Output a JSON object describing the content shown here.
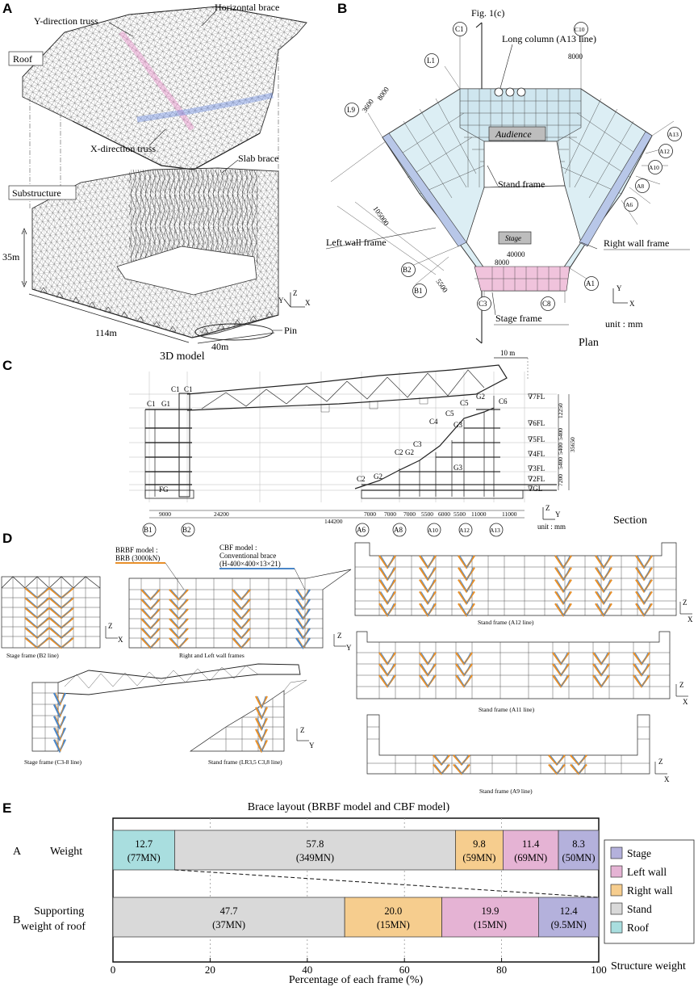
{
  "panels": {
    "A": "A",
    "B": "B",
    "C": "C",
    "D": "D",
    "E": "E"
  },
  "panelA": {
    "y_truss": "Y-direction truss",
    "h_brace": "Horizontal brace",
    "roof": "Roof",
    "x_truss": "X-direction truss",
    "slab_brace": "Slab brace",
    "substructure": "Substructure",
    "h35": "35m",
    "w114": "114m",
    "w40": "40m",
    "pin": "Pin",
    "caption": "3D model",
    "axZ": "Z",
    "axY": "Y",
    "axX": "X"
  },
  "panelB": {
    "fig1c": "Fig. 1(c)",
    "long_column": "Long column (A13 line)",
    "audience": "Audience",
    "stand_frame": "Stand frame",
    "stage": "Stage",
    "left_wall": "Left wall frame",
    "right_wall": "Right wall frame",
    "stage_frame": "Stage frame",
    "d8000_top": "8000",
    "d3600": "3600",
    "d8000_l": "8000",
    "d105000": "105000",
    "d40000": "40000",
    "d8000_b": "8000",
    "d5500": "5500",
    "unit": "unit : mm",
    "caption": "Plan",
    "axY": "Y",
    "axX": "X",
    "circles": {
      "L1": "L1",
      "C1": "C1",
      "C10": "C10",
      "L9": "L9",
      "A13": "A13",
      "A12": "A12",
      "A10": "A10",
      "A8": "A8",
      "A6": "A6",
      "B2": "B2",
      "B1": "B1",
      "C3": "C3",
      "C8": "C8",
      "A1": "A1"
    }
  },
  "panelC": {
    "d10m": "10 m",
    "levels": [
      "∇7FL",
      "∇6FL",
      "∇5FL",
      "∇4FL",
      "∇3FL",
      "∇2FL",
      "∇GL"
    ],
    "vert_dims": [
      "12250",
      "5400",
      "5400",
      "5400",
      "7200"
    ],
    "total_h": "35650",
    "members": {
      "C1a": "C1",
      "C1b": "C1",
      "C1c": "C1",
      "G1": "G1",
      "FG": "FG",
      "C2a": "C2",
      "G2a": "G2",
      "C2b": "C2",
      "G2b": "G2",
      "C3": "C3",
      "C4": "C4",
      "C5a": "C5",
      "G3a": "G3",
      "C5b": "C5",
      "G2c": "G2",
      "C6": "C6",
      "G3b": "G3"
    },
    "horiz_dims": [
      "9000",
      "24200",
      "7000",
      "7000",
      "7000",
      "5500",
      "6000",
      "5500",
      "11000",
      "11000"
    ],
    "total_w": "144200",
    "axis_circles": [
      "B1",
      "B2",
      "A6",
      "A8",
      "A10",
      "A12",
      "A13"
    ],
    "unit": "unit : mm",
    "caption": "Section",
    "axZ": "Z",
    "axY": "Y"
  },
  "panelD": {
    "brbf_l1": "BRBF model :",
    "brbf_l2": "BRB (3000kN)",
    "cbf_l1": "CBF model :",
    "cbf_l2": "Conventional brace",
    "cbf_l3": "(H-400×400×13×21)",
    "cap_b2": "Stage frame (B2 line)",
    "cap_wall": "Right and Left wall frames",
    "cap_a12": "Stand frame (A12 line)",
    "cap_a11": "Stand frame (A11 line)",
    "cap_c38": "Stage frame (C3-8 line)",
    "cap_lr": "Stand frame (LR3,5 C3,8 line)",
    "cap_a9": "Stand frame (A9 line)",
    "axZ": "Z",
    "axX": "X",
    "axY": "Y",
    "brb_color": "#e8902a",
    "cbf_color": "#4a86c8"
  },
  "panelE": {
    "title": "Brace layout (BRBF model and CBF model)",
    "row_letters": [
      "A",
      "B"
    ],
    "row_labels": [
      "Weight",
      "Supporting",
      "weight of roof"
    ],
    "tick_labels": [
      "0",
      "20",
      "40",
      "60",
      "80",
      "100"
    ],
    "xlabel": "Percentage of each frame (%)",
    "side_label": "Structure weight",
    "legend": [
      "Stage",
      "Left wall",
      "Right wall",
      "Stand",
      "Roof"
    ]
  },
  "colors": {
    "stage": "#b4b1dc",
    "left_wall": "#e5b3d4",
    "right_wall": "#f6cd8e",
    "stand": "#d9d9d9",
    "roof": "#a9dedf",
    "plan_blue": "#b8c7e8",
    "plan_pink": "#f0c3dc",
    "plan_audience": "#dceef4"
  },
  "chart_data": {
    "type": "bar",
    "orientation": "horizontal-stacked",
    "title": "Brace layout (BRBF model and CBF model)",
    "xlabel": "Percentage of each frame (%)",
    "xlim": [
      0,
      100
    ],
    "xticks": [
      0,
      20,
      40,
      60,
      80,
      100
    ],
    "rows": [
      {
        "letter": "A",
        "label": "Weight",
        "segments": [
          {
            "name": "Roof",
            "value": 12.7,
            "label": "12.7",
            "sub": "(77MN)"
          },
          {
            "name": "Stand",
            "value": 57.8,
            "label": "57.8",
            "sub": "(349MN)"
          },
          {
            "name": "Right wall",
            "value": 9.8,
            "label": "9.8",
            "sub": "(59MN)"
          },
          {
            "name": "Left wall",
            "value": 11.4,
            "label": "11.4",
            "sub": "(69MN)"
          },
          {
            "name": "Stage",
            "value": 8.3,
            "label": "8.3",
            "sub": "(50MN)"
          }
        ]
      },
      {
        "letter": "B",
        "label": "Supporting weight of roof",
        "segments": [
          {
            "name": "Stand",
            "value": 47.7,
            "label": "47.7",
            "sub": "(37MN)"
          },
          {
            "name": "Right wall",
            "value": 20.0,
            "label": "20.0",
            "sub": "(15MN)"
          },
          {
            "name": "Left wall",
            "value": 19.9,
            "label": "19.9",
            "sub": "(15MN)"
          },
          {
            "name": "Stage",
            "value": 12.4,
            "label": "12.4",
            "sub": "(9.5MN)"
          }
        ]
      }
    ],
    "legend": [
      "Stage",
      "Left wall",
      "Right wall",
      "Stand",
      "Roof"
    ],
    "legend_position": "right"
  }
}
